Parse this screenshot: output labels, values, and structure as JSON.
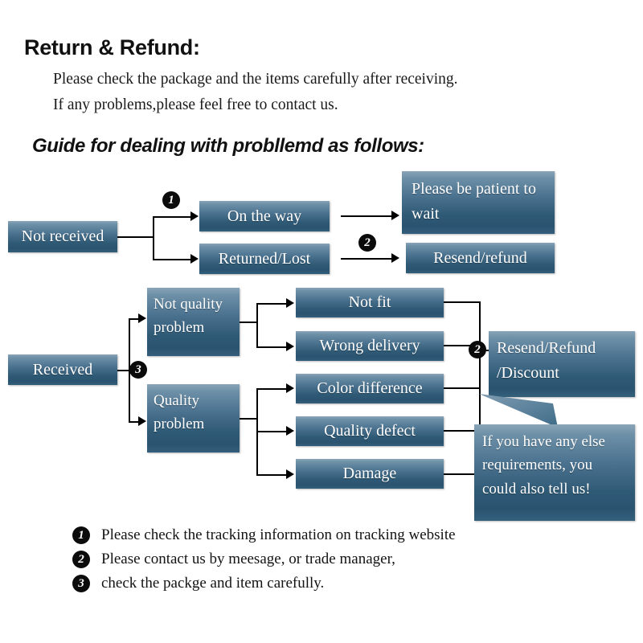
{
  "header": {
    "title": "Return & Refund:",
    "line1": "Please check the package and the items carefully after receiving.",
    "line2": "If any problems,please feel free to contact us.",
    "guide": "Guide for dealing with probllemd as follows:"
  },
  "colors": {
    "box_gradient_top": "#8aa4b8",
    "box_gradient_mid": "#4d7491",
    "box_gradient_bottom": "#2a5370",
    "box_text": "#ffffff",
    "connector": "#000000",
    "marker_fill": "#0b0b0b",
    "marker_text": "#ffffff",
    "page_background": "#ffffff",
    "body_text": "#131313"
  },
  "flow_not_received": {
    "root": "Not received",
    "marker_1": "1",
    "marker_2": "2",
    "branches": [
      {
        "cause": "On the way",
        "result": "Please be patient to wait"
      },
      {
        "cause": "Returned/Lost",
        "result": "Resend/refund"
      }
    ]
  },
  "flow_received": {
    "root": "Received",
    "marker_3": "3",
    "marker_2": "2",
    "categories": [
      {
        "label": "Not quality problem",
        "line1": "Not quality",
        "line2": "problem",
        "issues": [
          "Not fit",
          "Wrong delivery"
        ]
      },
      {
        "label": "Quality problem",
        "line1": "Quality",
        "line2": "problem",
        "issues": [
          "Color difference",
          "Quality defect",
          "Damage"
        ]
      }
    ],
    "outcome": {
      "line1": "Resend/Refund",
      "line2": "/Discount"
    },
    "callout": {
      "line1": "If you have any else",
      "line2": "requirements, you",
      "line3": "could also tell us!"
    }
  },
  "legend": [
    {
      "num": "1",
      "text": "Please check the tracking information on tracking website"
    },
    {
      "num": "2",
      "text": "Please contact us by meesage, or trade manager,"
    },
    {
      "num": "3",
      "text": "check the packge and item carefully."
    }
  ]
}
